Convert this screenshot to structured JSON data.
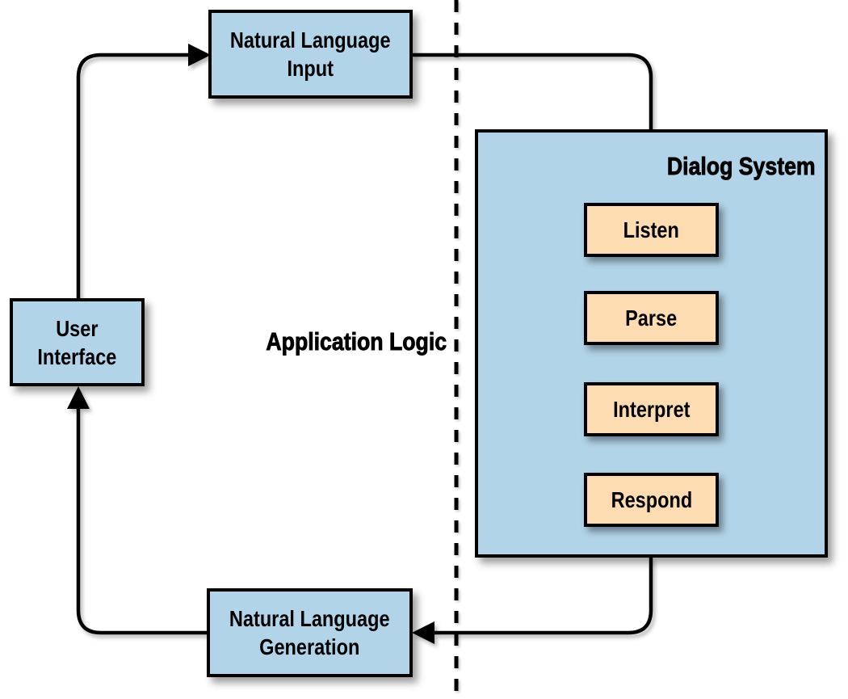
{
  "diagram": {
    "headings": {
      "application_logic": "Application Logic",
      "dialog_system": "Dialog System"
    },
    "boxes": {
      "nl_input": {
        "line1": "Natural Language",
        "line2": "Input"
      },
      "user_interface": {
        "line1": "User",
        "line2": "Interface"
      },
      "nl_generation": {
        "line1": "Natural Language",
        "line2": "Generation"
      }
    },
    "steps": [
      "Listen",
      "Parse",
      "Interpret",
      "Respond"
    ],
    "colors": {
      "box_blue": "#b2d4e8",
      "box_peach": "#fcdcb0",
      "line_black": "#000000",
      "background": "#ffffff"
    }
  }
}
